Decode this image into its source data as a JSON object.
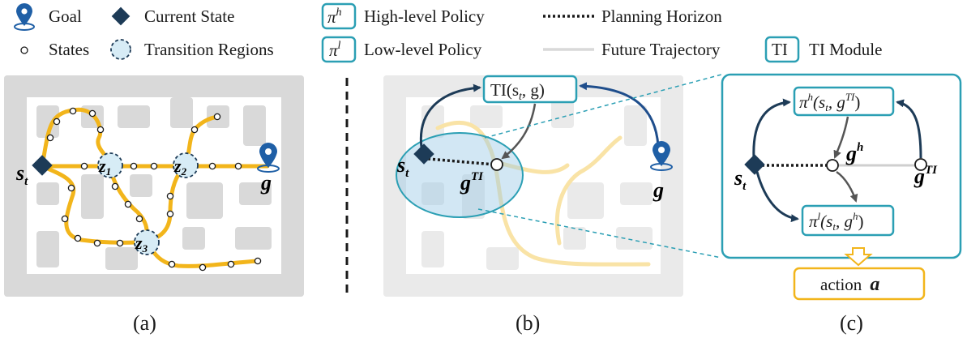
{
  "legend": {
    "goal": "Goal",
    "current_state": "Current State",
    "high_level_policy": "High-level Policy",
    "planning_horizon": "Planning Horizon",
    "states": "States",
    "transition_regions": "Transition Regions",
    "low_level_policy": "Low-level Policy",
    "future_trajectory": "Future Trajectory",
    "ti_badge": "TI",
    "ti_module": "TI Module",
    "pi_h_badge_sym": "π",
    "pi_h_badge_sup": "h",
    "pi_l_badge_sym": "π",
    "pi_l_badge_sup": "l"
  },
  "panel_a": {
    "caption": "(a)",
    "st_main": "s",
    "st_sub": "t",
    "goal_label": "g",
    "z1_main": "z",
    "z1_sub": "1",
    "z2_main": "z",
    "z2_sub": "2",
    "z3_main": "z",
    "z3_sub": "3"
  },
  "panel_b": {
    "caption": "(b)",
    "ti_box": "TI(s",
    "ti_box_sub": "t",
    "ti_box_tail": ", g)",
    "st_main": "s",
    "st_sub": "t",
    "gti_main": "g",
    "gti_sup": "TI",
    "goal_label": "g"
  },
  "panel_c": {
    "caption": "(c)",
    "pi_h_box_sym": "π",
    "pi_h_box_sup": "h",
    "pi_h_box_args": "(s",
    "pi_h_box_sub": "t",
    "pi_h_box_mid": ", g",
    "pi_h_box_sup2": "TI",
    "pi_h_box_close": ")",
    "pi_l_box_sym": "π",
    "pi_l_box_sup": "l",
    "pi_l_box_args": "(s",
    "pi_l_box_sub": "t",
    "pi_l_box_mid": ", g",
    "pi_l_box_sup2": "h",
    "pi_l_box_close": ")",
    "st_main": "s",
    "st_sub": "t",
    "gh_main": "g",
    "gh_sup": "h",
    "gti_main": "g",
    "gti_sup": "TI",
    "action_label": "action",
    "action_var": "a"
  },
  "colors": {
    "teal": "#2b9fb4",
    "navy": "#1d3b57",
    "orange": "#f2b51b",
    "maze_gray": "#d9d9d9",
    "goal_blue": "#1f5fa6",
    "trajectory_gray": "#cfcfcf"
  }
}
